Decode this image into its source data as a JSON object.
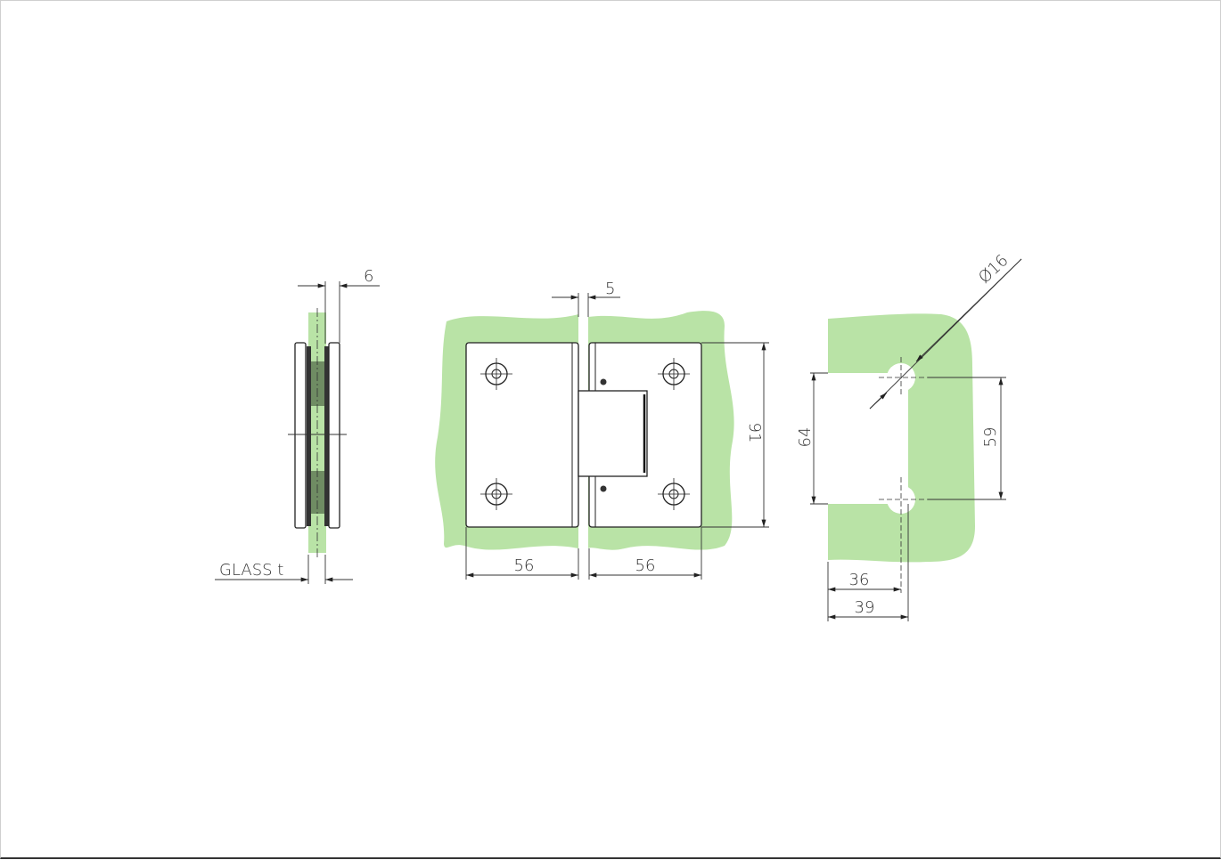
{
  "colors": {
    "glass": "#b9e3a6",
    "glass_dark": "#5f7a55",
    "line": "#222222"
  },
  "side_view": {
    "plate_thickness_label": "6",
    "glass_label": "GLASS t"
  },
  "front_view": {
    "gap_label": "5",
    "height_label": "91",
    "left_width_label": "56",
    "right_width_label": "56"
  },
  "cutout_view": {
    "hole_diameter_label": "Ø16",
    "cutout_height_label": "64",
    "hole_spacing_label": "59",
    "hole_offset_label": "36",
    "cutout_depth_label": "39"
  }
}
